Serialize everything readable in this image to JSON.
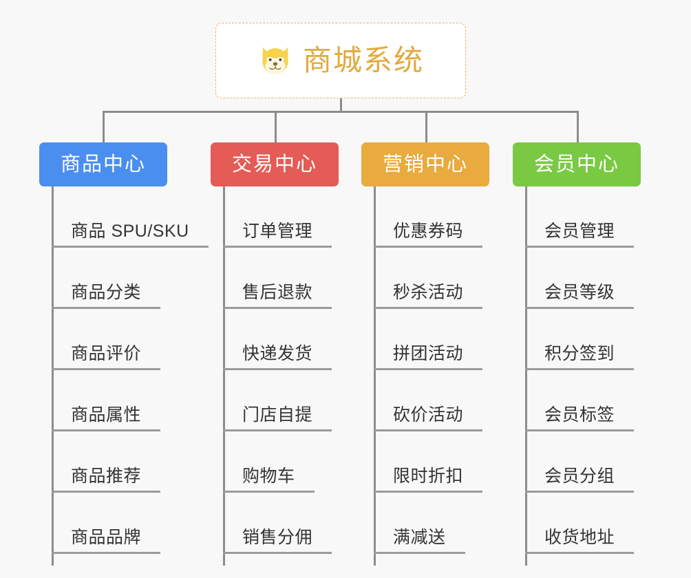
{
  "page": {
    "background_color": "#f8f8f8",
    "line_color": "#8c8c8c"
  },
  "root": {
    "title": "商城系统",
    "icon": "dog-face-icon",
    "text_color": "#e3a93e",
    "border_color": "#e7b44e",
    "background_color": "#ffffff"
  },
  "columns": [
    {
      "id": "product-center",
      "header": "商品中心",
      "color": "#4a8ef0",
      "items": [
        "商品 SPU/SKU",
        "商品分类",
        "商品评价",
        "商品属性",
        "商品推荐",
        "商品品牌"
      ]
    },
    {
      "id": "trade-center",
      "header": "交易中心",
      "color": "#e55b55",
      "items": [
        "订单管理",
        "售后退款",
        "快递发货",
        "门店自提",
        "购物车",
        "销售分佣"
      ]
    },
    {
      "id": "marketing-center",
      "header": "营销中心",
      "color": "#e9aa3e",
      "items": [
        "优惠券码",
        "秒杀活动",
        "拼团活动",
        "砍价活动",
        "限时折扣",
        "满减送"
      ]
    },
    {
      "id": "member-center",
      "header": "会员中心",
      "color": "#7ac943",
      "items": [
        "会员管理",
        "会员等级",
        "积分签到",
        "会员标签",
        "会员分组",
        "收货地址"
      ]
    }
  ]
}
